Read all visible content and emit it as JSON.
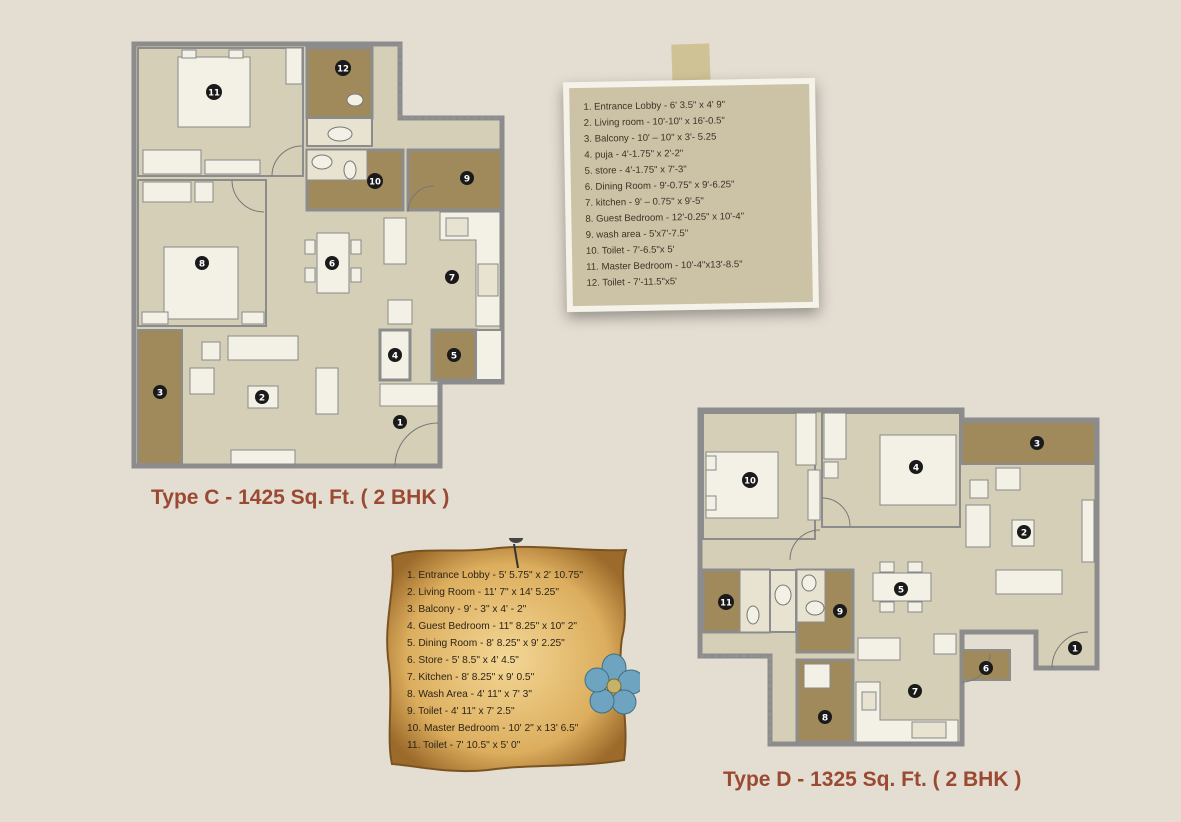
{
  "type_c": {
    "title": "Type C - 1425 Sq. Ft. ( 2 BHK )",
    "room_numbers": [
      "1",
      "2",
      "3",
      "4",
      "5",
      "6",
      "7",
      "8",
      "9",
      "10",
      "11",
      "12"
    ],
    "legend": [
      "1. Entrance Lobby - 6' 3.5\" x 4' 9\"",
      "2. Living room - 10'-10\" x 16'-0.5\"",
      "3. Balcony - 10' – 10\" x 3'- 5.25",
      "4. puja - 4'-1.75\" x 2'-2\"",
      "5. store - 4'-1.75\" x 7'-3\"",
      "6. Dining Room - 9'-0.75\" x 9'-6.25\"",
      "7. kitchen - 9' – 0.75\" x 9'-5\"",
      "8. Guest Bedroom - 12'-0.25\" x 10'-4\"",
      "9. wash area - 5'x7'-7.5\"",
      "10. Toilet - 7'-6.5\"x 5'",
      "11. Master Bedroom - 10'-4\"x13'-8.5\"",
      "12. Toilet - 7'-11.5\"x5'"
    ]
  },
  "type_d": {
    "title": "Type D - 1325 Sq. Ft. ( 2 BHK )",
    "room_numbers": [
      "1",
      "2",
      "3",
      "4",
      "5",
      "6",
      "7",
      "8",
      "9",
      "10",
      "11"
    ],
    "legend": [
      "1.   Entrance Lobby - 5' 5.75\" x 2' 10.75\"",
      "2.   Living Room - 11' 7\" x 14' 5.25\"",
      "3.   Balcony - 9' - 3\" x 4' - 2\"",
      "4.   Guest Bedroom  - 11\" 8.25\" x 10\" 2\"",
      "5.   Dining Room - 8' 8.25\" x 9' 2.25\"",
      "6.   Store - 5' 8.5\" x 4' 4.5\"",
      "7.   Kitchen - 8' 8.25\" x 9' 0.5\"",
      "8.   Wash Area - 4' 11\" x 7' 3\"",
      "9.   Toilet - 4' 11\" x 7' 2.5\"",
      "10.   Master Bedroom - 10' 2\" x 13' 6.5\"",
      "11.  Toilet - 7' 10.5\" x 5' 0\""
    ]
  },
  "colors": {
    "background": "#e4ddd2",
    "floor": "#d6cfb7",
    "floor_dark": "#a08a5c",
    "wall": "#888888",
    "title": "#9b4a32",
    "badge": "#1a1a1a"
  }
}
